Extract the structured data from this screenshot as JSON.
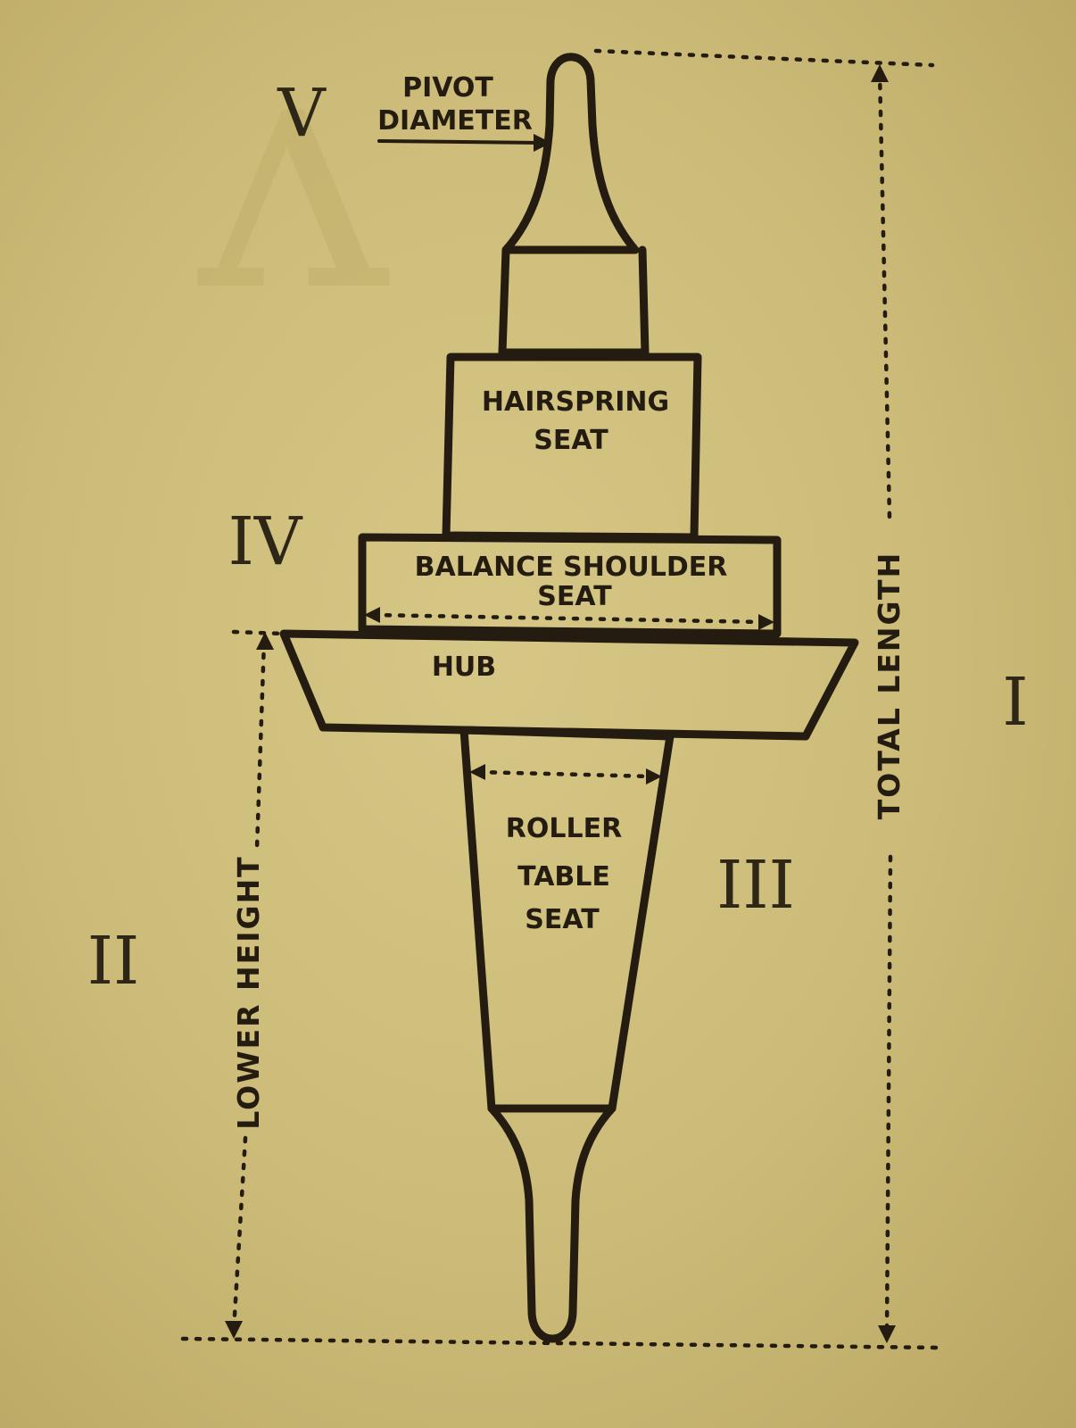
{
  "diagram": {
    "roman_numerals": {
      "i": "I",
      "ii": "II",
      "iii": "III",
      "iv": "IV",
      "v": "V"
    },
    "parts": {
      "pivot_diameter_line1": "PIVOT",
      "pivot_diameter_line2": "DIAMETER",
      "hairspring_line1": "HAIRSPRING",
      "hairspring_line2": "SEAT",
      "balance_line1": "BALANCE SHOULDER",
      "balance_line2": "SEAT",
      "hub": "HUB",
      "roller_line1": "ROLLER",
      "roller_line2": "TABLE",
      "roller_line3": "SEAT"
    },
    "dimensions": {
      "total_length": "TOTAL LENGTH",
      "lower_height": "LOWER HEIGHT"
    }
  },
  "colors": {
    "paper": "#cbbb7a",
    "ink": "#241c10"
  }
}
